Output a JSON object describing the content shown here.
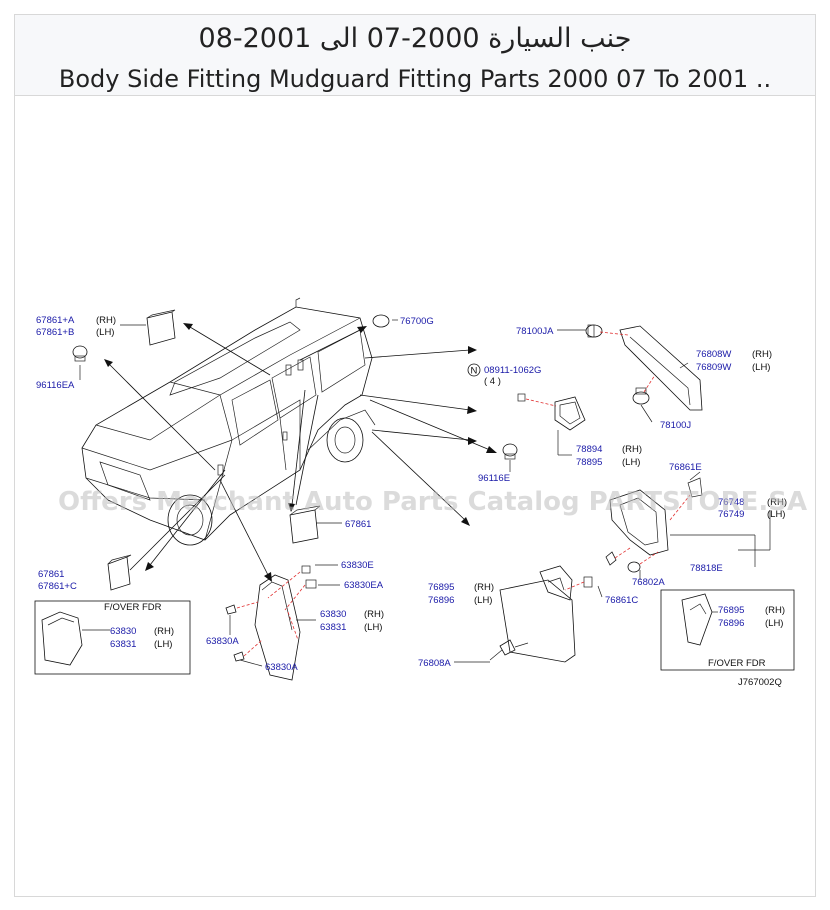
{
  "header": {
    "title_ar": "جنب السيارة 2000-07 الى 2001-08",
    "title_en": "Body Side Fitting Mudguard Fitting Parts 2000 07 To 2001 .."
  },
  "watermark": "Offers Merchant Auto Parts Catalog PARTSTORE.SA",
  "diagram": {
    "id": "J767002Q",
    "labels": {
      "p67861A": "67861+A",
      "p67861B": "67861+B",
      "rh1": "(RH)",
      "lh1": "(LH)",
      "p96116EA": "96116EA",
      "p76700G": "76700G",
      "p78100JA": "78100JA",
      "p08911": "08911-1062G",
      "qty4": "( 4 )",
      "n_circle": "N",
      "p76808W": "76808W",
      "p76809W": "76809W",
      "rh_a": "(RH)",
      "lh_a": "(LH)",
      "p78100J": "78100J",
      "p78894": "78894",
      "p78895": "78895",
      "rh_b": "(RH)",
      "lh_b": "(LH)",
      "p96116E": "96116E",
      "p76861E": "76861E",
      "p76748": "76748",
      "p76749": "76749",
      "rh_c": "(RH)",
      "lh_c": "(LH)",
      "p78818E": "78818E",
      "p76802A": "76802A",
      "p67861": "67861",
      "p67861_2": "67861",
      "p67861C": "67861+C",
      "p63830E": "63830E",
      "p63830EA": "63830EA",
      "p63830": "63830",
      "p63831": "63831",
      "rh_d": "(RH)",
      "lh_d": "(LH)",
      "p63830A": "63830A",
      "p63830A_2": "63830A",
      "fover_left": "F/OVER   FDR",
      "p63830_box": "63830",
      "p63831_box": "63831",
      "rh_e": "(RH)",
      "lh_e": "(LH)",
      "p76895": "76895",
      "p76896": "76896",
      "rh_f": "(RH)",
      "lh_f": "(LH)",
      "p76861C": "76861C",
      "p76808A": "76808A",
      "p76895_box": "76895",
      "p76896_box": "76896",
      "rh_g": "(RH)",
      "lh_g": "(LH)",
      "fover_right": "F/OVER   FDR"
    }
  }
}
